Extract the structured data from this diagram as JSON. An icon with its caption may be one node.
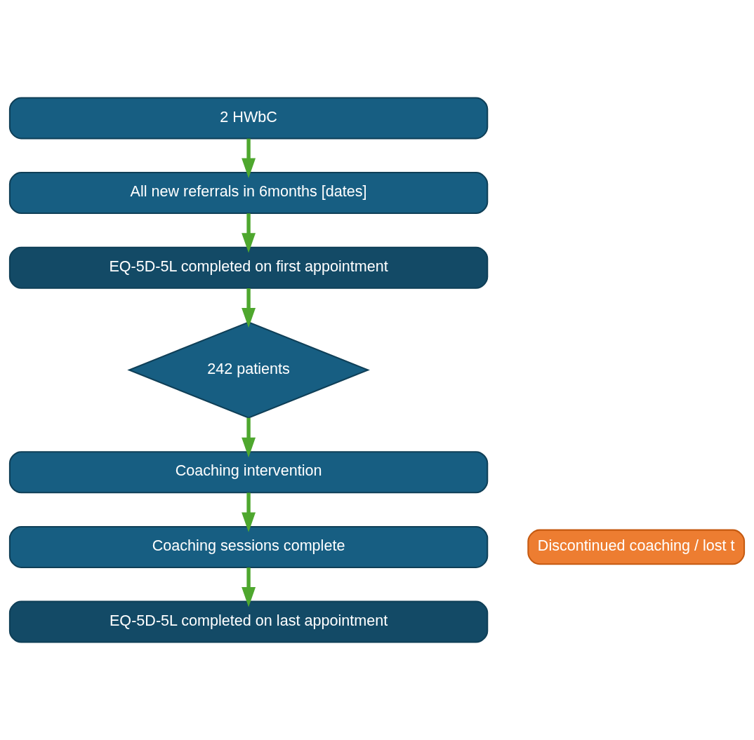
{
  "diagram": {
    "nodes": [
      {
        "text": [
          "2 HWbC"
        ]
      },
      {
        "text": [
          "All new referrals in 6months [dates]"
        ]
      },
      {
        "text": [
          "EQ-5D-5L completed on first appointment"
        ]
      },
      {
        "text": [
          "242 patients"
        ]
      },
      {
        "text": [
          "Coaching intervention"
        ]
      },
      {
        "text": [
          "Discontinued coaching / lost t"
        ]
      },
      {
        "text": [
          "Coaching sessions complete"
        ]
      },
      {
        "text": [
          "EQ-5D-5L completed on last appointment"
        ]
      }
    ],
    "edges": [
      {
        "from": 0,
        "to": 1,
        "arrow": "to"
      },
      {
        "from": 1,
        "to": 2,
        "arrow": "to"
      },
      {
        "from": 2,
        "to": 3,
        "arrow": "to"
      },
      {
        "from": 3,
        "to": 4,
        "arrow": "to"
      },
      {
        "from": 4,
        "to": 6,
        "arrow": "to"
      },
      {
        "from": 6,
        "to": 7,
        "arrow": "to"
      }
    ]
  }
}
